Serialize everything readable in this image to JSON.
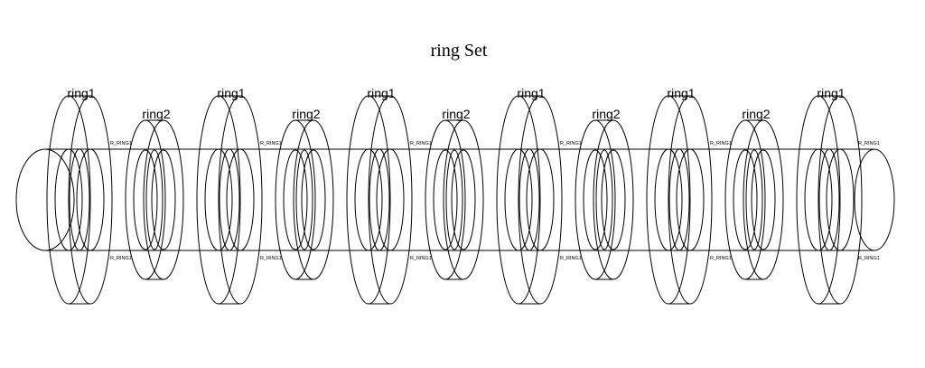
{
  "title": "ring Set",
  "ring1_label": "ring1",
  "ring2_label": "ring2",
  "shaft_label": "R_RING1",
  "ring_sequence": [
    "ring1",
    "ring2",
    "ring1",
    "ring2",
    "ring1",
    "ring2",
    "ring1",
    "ring2",
    "ring1",
    "ring2",
    "ring1"
  ],
  "shaft_label_count": 5
}
